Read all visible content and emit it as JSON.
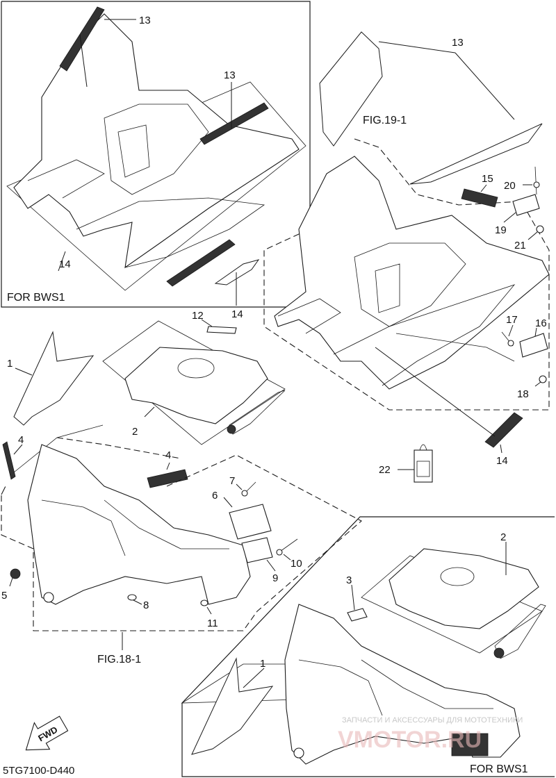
{
  "document": {
    "code": "5TG7100-D440"
  },
  "group_labels": {
    "top_left": "FOR BWS1",
    "bottom_right": "FOR BWS1"
  },
  "figure_refs": {
    "fig_19_1": "FIG.19-1",
    "fig_18_1": "FIG.18-1"
  },
  "direction_arrow": {
    "label": "FWD",
    "icon": "fwd-arrow-icon"
  },
  "callouts": {
    "c1a": "1",
    "c1b": "1",
    "c2a": "2",
    "c2b": "2",
    "c3": "3",
    "c4a": "4",
    "c4b": "4",
    "c5": "5",
    "c6": "6",
    "c7": "7",
    "c8": "8",
    "c9": "9",
    "c10": "10",
    "c11": "11",
    "c12": "12",
    "c13a": "13",
    "c13b": "13",
    "c13c": "13",
    "c14a": "14",
    "c14b": "14",
    "c14c": "14",
    "c15": "15",
    "c16": "16",
    "c17": "17",
    "c18": "18",
    "c19": "19",
    "c20": "20",
    "c21": "21",
    "c22": "22"
  },
  "watermark": {
    "small": "ЗАПЧАСТИ И АКСЕССУАРЫ ДЛЯ МОТОТЕХНИКИ",
    "big": "VMOTOR.RU"
  }
}
